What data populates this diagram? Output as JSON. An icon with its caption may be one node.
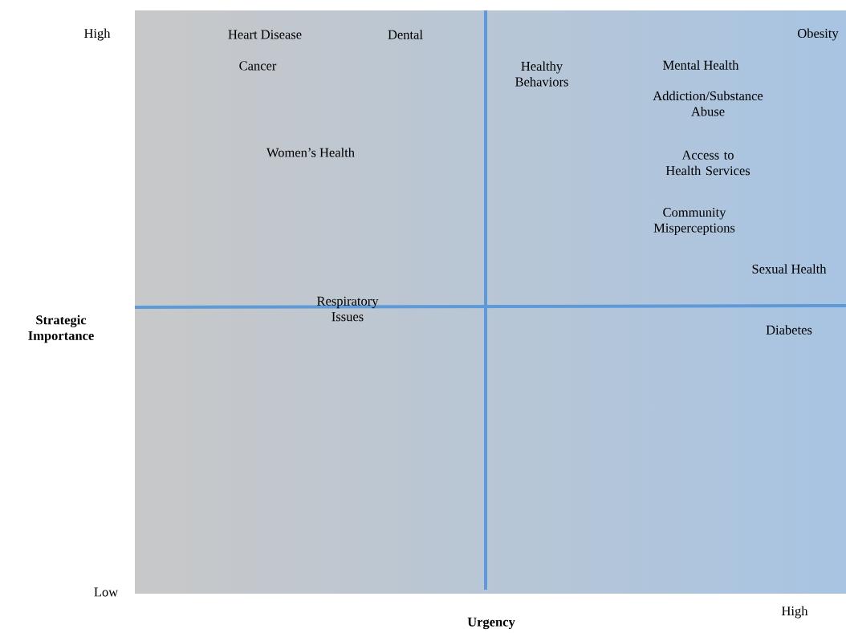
{
  "diagram": {
    "labels": [
      "High",
      "Heart Disease",
      "Dental",
      "Obesity",
      "Cancer",
      "Healthy Behaviors",
      "Mental Health",
      "Addiction/Substance Abuse",
      "Women’s Health",
      "Access to Health Services",
      "Community Misperceptions",
      "Sexual Health",
      "Respiratory Issues",
      "Strategic Importance",
      "Diabetes",
      "Low",
      "High",
      "Urgency"
    ]
  }
}
